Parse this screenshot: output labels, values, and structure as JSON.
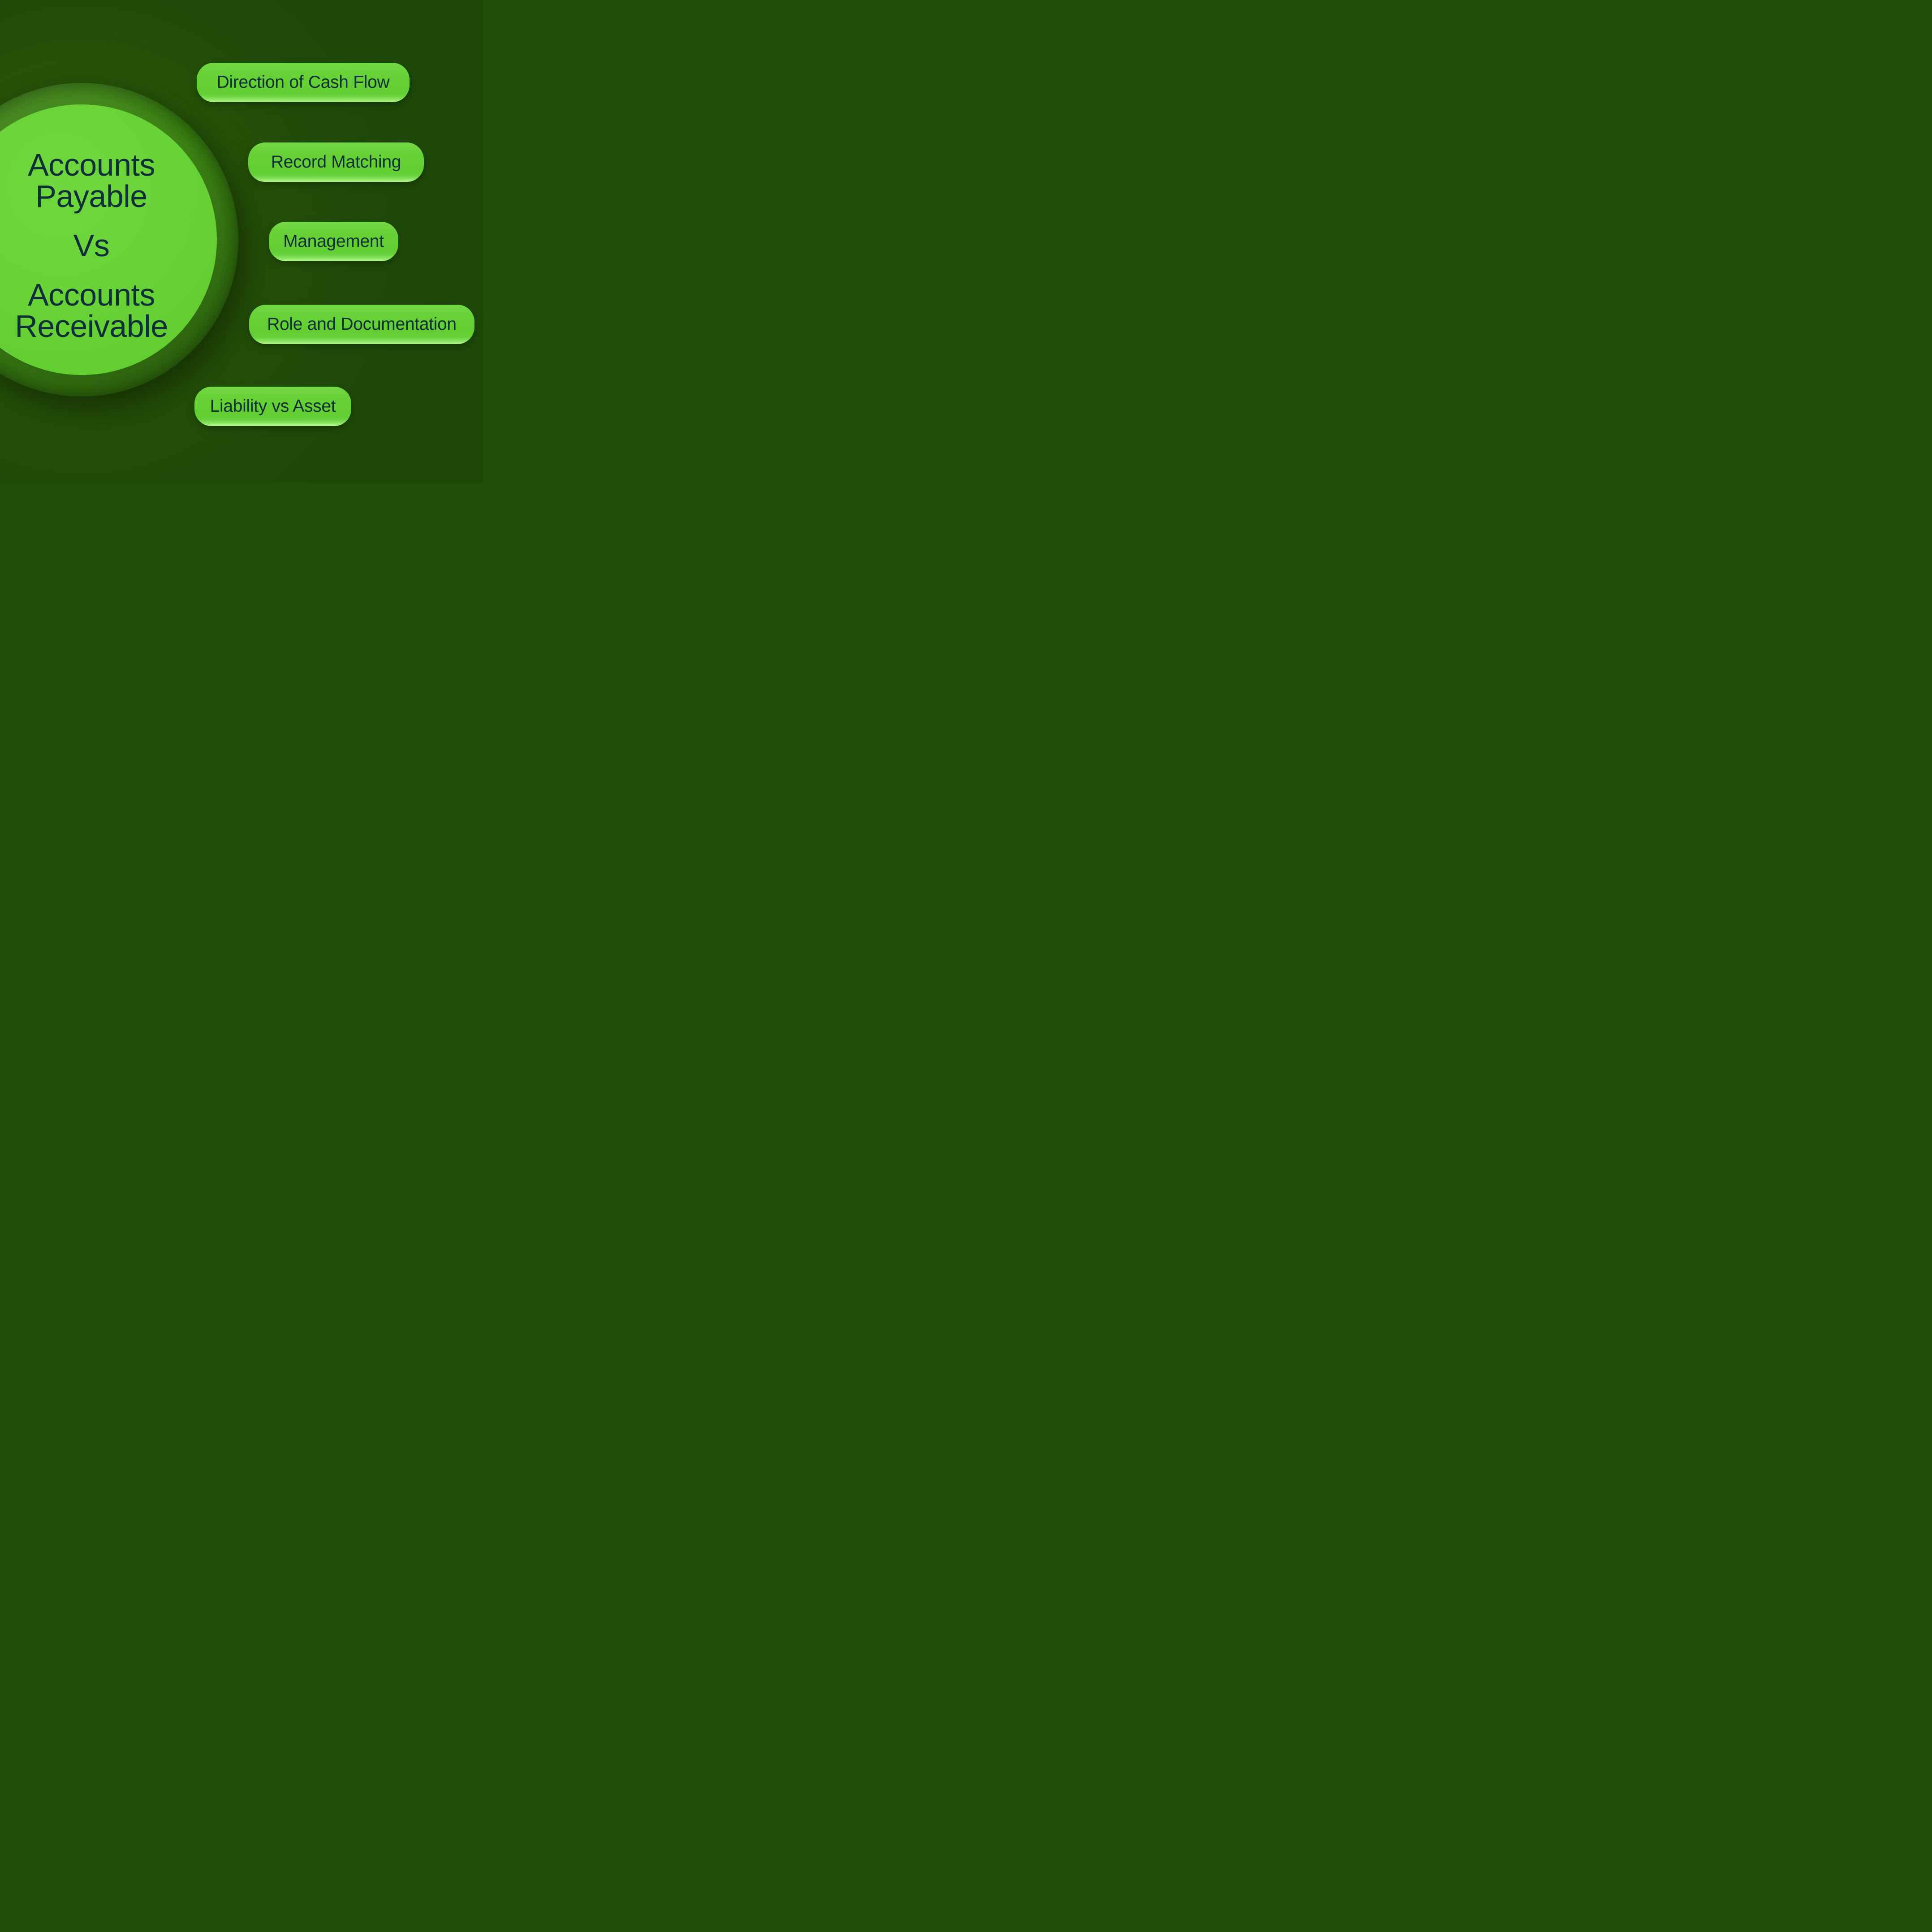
{
  "page": {
    "background_color": "#1f4e08"
  },
  "circle": {
    "ring_color": "#45921b",
    "fill_color": "#66d134",
    "text_color": "#0d2f38",
    "title_top_line1": "Accounts",
    "title_top_line2": "Payable",
    "divider": "Vs",
    "title_bottom_line1": "Accounts",
    "title_bottom_line2": "Receivable"
  },
  "pills": [
    {
      "label": "Direction of Cash Flow",
      "fill_color": "#63d035",
      "edge_highlight_color": "#a9f17e",
      "text_color": "#0d2f38"
    },
    {
      "label": "Record Matching",
      "fill_color": "#63d035",
      "edge_highlight_color": "#a9f17e",
      "text_color": "#0d2f38"
    },
    {
      "label": "Management",
      "fill_color": "#63d035",
      "edge_highlight_color": "#a9f17e",
      "text_color": "#0d2f38"
    },
    {
      "label": "Role and Documentation",
      "fill_color": "#63d035",
      "edge_highlight_color": "#a9f17e",
      "text_color": "#0d2f38"
    },
    {
      "label": "Liability vs Asset",
      "fill_color": "#63d035",
      "edge_highlight_color": "#a9f17e",
      "text_color": "#0d2f38"
    }
  ]
}
